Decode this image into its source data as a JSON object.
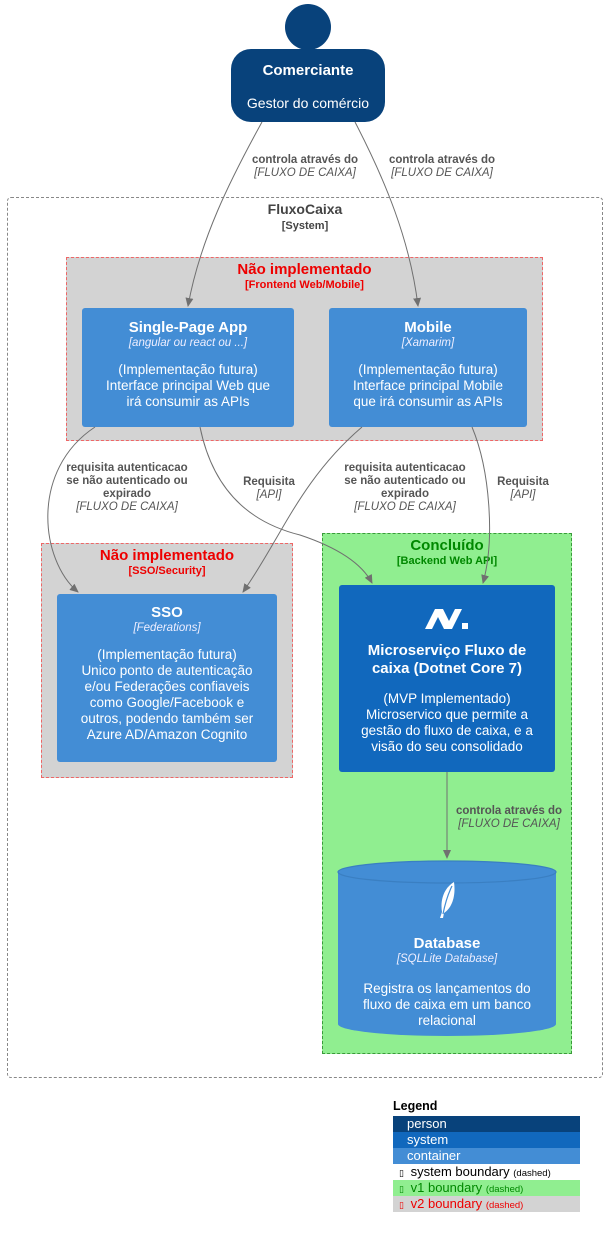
{
  "person": {
    "title": "Comerciante",
    "description": "Gestor do comércio"
  },
  "system_boundary": {
    "title": "FluxoCaixa",
    "subtitle": "[System]"
  },
  "frontend_boundary": {
    "title": "Não implementado",
    "subtitle": "[Frontend Web/Mobile]"
  },
  "sso_boundary": {
    "title": "Não implementado",
    "subtitle": "[SSO/Security]"
  },
  "backend_boundary": {
    "title": "Concluído",
    "subtitle": "[Backend Web API]"
  },
  "spa": {
    "title": "Single-Page App",
    "tech": "[angular ou react ou ...]",
    "desc1": "(Implementação futura)",
    "desc2": "Interface principal Web que",
    "desc3": "irá consumir as APIs"
  },
  "mobile": {
    "title": "Mobile",
    "tech": "[Xamarim]",
    "desc1": "(Implementação futura)",
    "desc2": "Interface principal Mobile",
    "desc3": "que irá consumir as APIs"
  },
  "sso": {
    "title": "SSO",
    "tech": "[Federations]",
    "desc1": "(Implementação futura)",
    "desc2": "Unico ponto de autenticação",
    "desc3": "e/ou Federações confiaveis",
    "desc4": "como Google/Facebook e",
    "desc5": "outros, podendo também ser",
    "desc6": "Azure AD/Amazon Cognito"
  },
  "microservice": {
    "title1": "Microserviço Fluxo de",
    "title2": "caixa (Dotnet Core 7)",
    "desc1": "(MVP Implementado)",
    "desc2": "Microservico que permite a",
    "desc3": "gestão do fluxo de caixa, e a",
    "desc4": "visão do seu consolidado"
  },
  "database": {
    "title": "Database",
    "tech": "[SQLLite Database]",
    "desc1": "Registra os lançamentos do",
    "desc2": "fluxo de caixa em um banco",
    "desc3": "relacional"
  },
  "relations": {
    "controla": "controla através do",
    "fluxo": "[FLUXO DE CAIXA]",
    "requisita": "Requisita",
    "api": "[API]",
    "auth1": "requisita autenticacao",
    "auth2": "se não autenticado ou",
    "auth3": "expirado"
  },
  "legend": {
    "title": "Legend",
    "person": "person",
    "system": "system",
    "container": "container",
    "system_boundary": "system boundary",
    "v1_boundary": "v1 boundary",
    "v2_boundary": "v2 boundary",
    "dashed": "(dashed)",
    "bullet": "▯"
  },
  "colors": {
    "person": "#08427b",
    "system": "#1168bd",
    "container": "#438dd5",
    "v1_boundary": "#90ee90",
    "v2_boundary": "#d3d3d3"
  }
}
